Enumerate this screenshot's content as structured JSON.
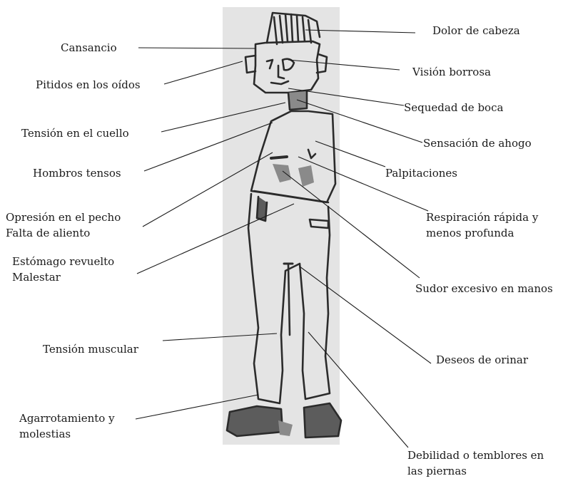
{
  "labels": {
    "dolor_cabeza": "Dolor de cabeza",
    "cansancio": "Cansancio",
    "vision_borrosa": "Visión borrosa",
    "pitidos": "Pitidos en los oídos",
    "sequedad_boca": "Sequedad de boca",
    "tension_cuello": "Tensión en el cuello",
    "ahogo": "Sensación de ahogo",
    "hombros": "Hombros tensos",
    "palpitaciones": "Palpitaciones",
    "opresion_1": "Opresión en el pecho",
    "opresion_2": "Falta de aliento",
    "respiracion_1": "Respiración rápida y",
    "respiracion_2": "menos profunda",
    "estomago_1": "Estómago revuelto",
    "estomago_2": "Malestar",
    "sudor": "Sudor excesivo en manos",
    "tension_muscular": "Tensión muscular",
    "orinar": "Deseos de orinar",
    "agarrotamiento_1": "Agarrotamiento y",
    "agarrotamiento_2": "molestias",
    "debilidad_1": "Debilidad o temblores en",
    "debilidad_2": "las piernas"
  },
  "colors": {
    "paper": "#e4e4e4",
    "ink": "#2b2b2b",
    "shoe": "#5c5c5c",
    "skin_shade": "#8a8a8a",
    "leader_line": "#1a1a1a"
  }
}
